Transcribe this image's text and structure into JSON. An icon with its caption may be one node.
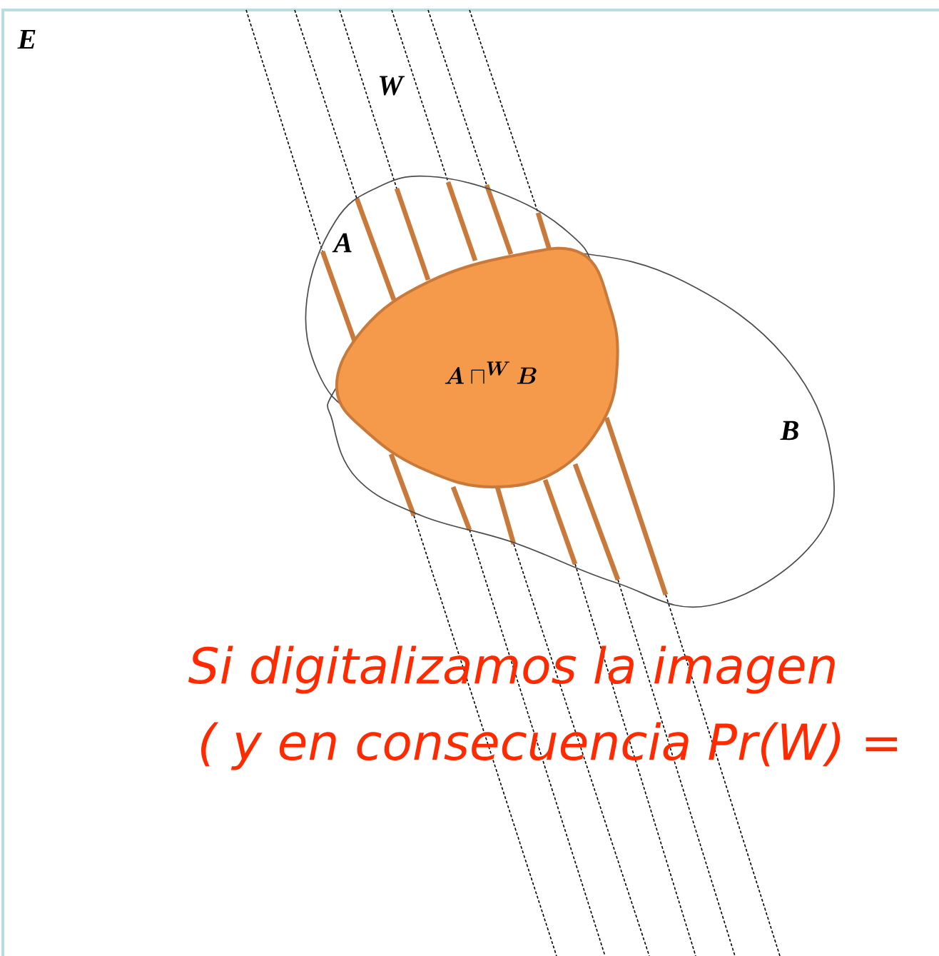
{
  "diagram": {
    "nodes": [
      {
        "text": [
          "E"
        ]
      },
      {
        "text": [
          "A"
        ],
        "in": 0
      },
      {
        "text": [
          "B"
        ],
        "in": 0
      },
      {
        "text": [
          "\\boldsymbol{A} \\sqcap^{\\boldsymbol{W}} \\boldsymbol{B}"
        ],
        "in": 2
      }
    ],
    "edges": [],
    "labels": [
      "W",
      "Si digitalizamos la imagen",
      "( y en consecuencia Pr(W) ="
    ]
  }
}
